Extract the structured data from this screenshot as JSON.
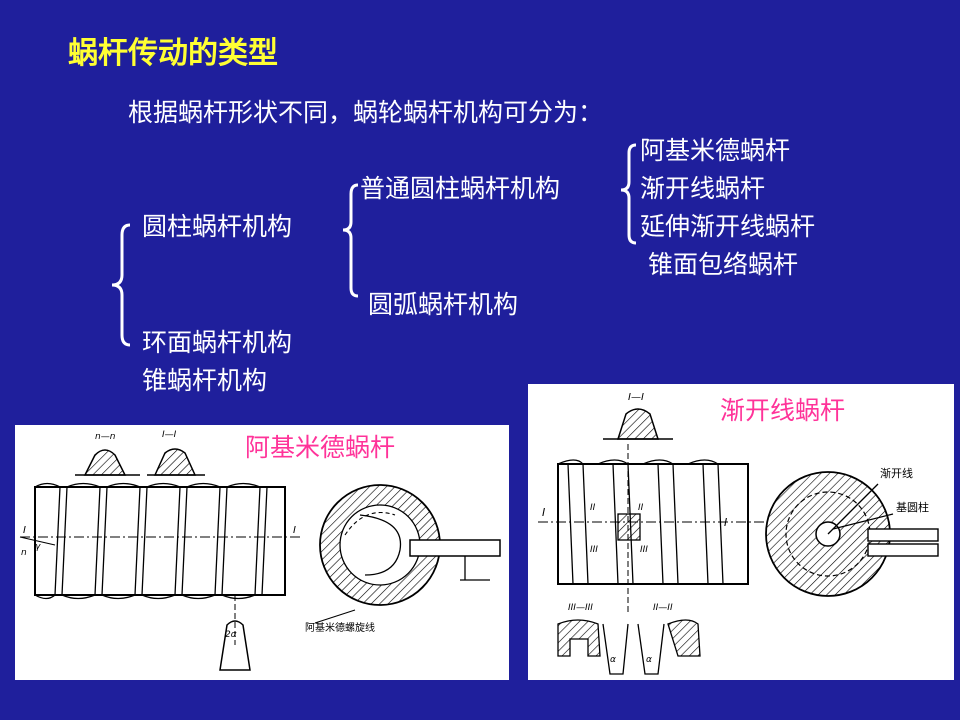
{
  "slide": {
    "title": "蜗杆传动的类型",
    "intro": "根据蜗杆形状不同，蜗轮蜗杆机构可分为：",
    "cylindrical": "圆柱蜗杆机构",
    "ordinary_cylindrical": "普通圆柱蜗杆机构",
    "archimedes": "阿基米德蜗杆",
    "involute": "渐开线蜗杆",
    "extended_involute": "延伸渐开线蜗杆",
    "cone_envelope": "锥面包络蜗杆",
    "arc": "圆弧蜗杆机构",
    "toroidal": "环面蜗杆机构",
    "conical": "锥蜗杆机构"
  },
  "figure_left": {
    "label": "阿基米德蜗杆",
    "section_nn": "n—n",
    "section_11": "I—I",
    "mark_i": "I",
    "mark_gamma": "γ",
    "mark_n": "n",
    "mark_2a": "2α",
    "annotation": "阿基米德螺旋线"
  },
  "figure_right": {
    "label": "渐开线蜗杆",
    "section_11": "I—I",
    "mark_i": "I",
    "mark_ii": "II",
    "mark_iii": "III",
    "section_3": "III—III",
    "section_2": "II—II",
    "mark_a": "α",
    "involute_label": "渐开线",
    "base_cylinder_label": "基圆柱"
  },
  "colors": {
    "background": "#1f1f9c",
    "title": "#ffff33",
    "text": "#ffffff",
    "figure_label": "#ff3399"
  }
}
